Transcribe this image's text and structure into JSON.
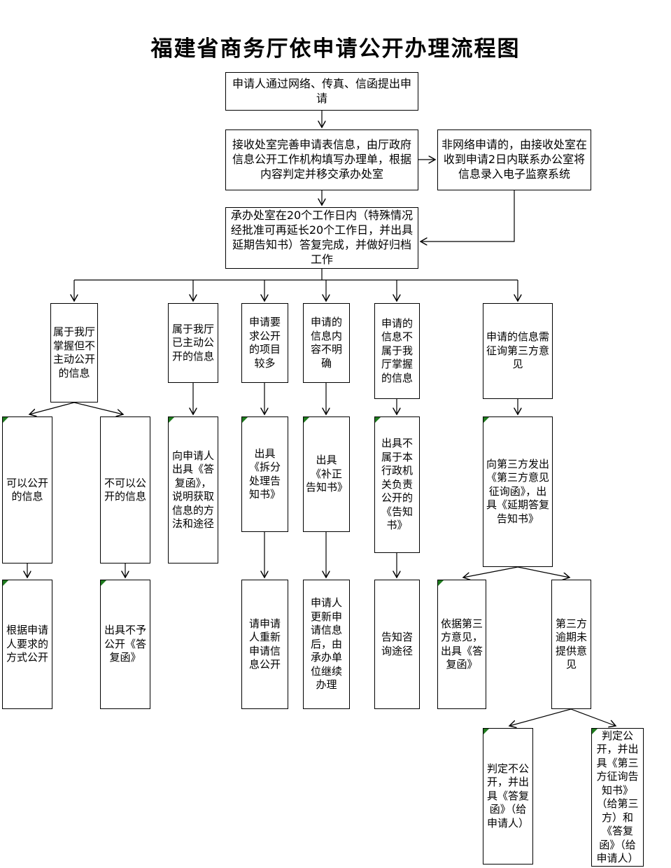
{
  "title": "福建省商务厅依申请公开办理流程图",
  "colors": {
    "background": "#ffffff",
    "box_fill": "#ffffff",
    "box_border": "#000000",
    "text": "#000000",
    "arrow": "#000000",
    "comment_marker": "#1e7b1e"
  },
  "nodes": {
    "n1": {
      "text": "申请人通过网络、传真、信函提出申请"
    },
    "n2": {
      "text": "接收处室完善申请表信息，由厅政府信息公开工作机构填写办理单，根据内容判定并移交承办处室"
    },
    "n3": {
      "text": "非网络申请的，由接收处室在收到申请2日内联系办公室将信息录入电子监察系统"
    },
    "n4": {
      "text": "承办处室在20个工作日内（特殊情况经批准可再延长20个工作日，并出具延期告知书）答复完成，并做好归档工作"
    },
    "b1": {
      "text": "属于我厅掌握但不主动公开的信息"
    },
    "b2": {
      "text": "属于我厅已主动公开的信息"
    },
    "b3": {
      "text": "申请要求公开的项目较多"
    },
    "b4": {
      "text": "申请的信息内容不明确"
    },
    "b5": {
      "text": "申请的信息不属于我厅掌握的信息"
    },
    "b6": {
      "text": "申请的信息需征询第三方意见"
    },
    "c1a": {
      "text": "可以公开的信息"
    },
    "c1b": {
      "text": "不可以公开的信息"
    },
    "c2": {
      "text": "向申请人出具《答复函》，说明获取信息的方法和途径"
    },
    "c3": {
      "text": "出具《拆分处理告知书》"
    },
    "c4": {
      "text": "出具《补正告知书》"
    },
    "c5": {
      "text": "出具不属于本行政机关负责公开的《告知书》"
    },
    "c6": {
      "text": "向第三方发出《第三方意见征询函》，出具《延期答复告知书》"
    },
    "d1a": {
      "text": "根据申请人要求的方式公开"
    },
    "d1b": {
      "text": "出具不予公开《答复函》"
    },
    "d3": {
      "text": "请申请人重新申请信息公开"
    },
    "d4": {
      "text": "申请人更新申请信息后，由承办单位继续办理"
    },
    "d5": {
      "text": "告知咨询途径"
    },
    "d6a": {
      "text": "依据第三方意见，出具《答复函》"
    },
    "d6b": {
      "text": "第三方逾期未提供意见"
    },
    "e6a": {
      "text": "判定不公开，并出具《答复函》（给申请人）"
    },
    "e6b": {
      "text": "判定公开，并出具《第三方征询告知书》（给第三方）和《答复函》（给申请人）"
    }
  },
  "edges": [
    {
      "from": "n1",
      "to": "n2"
    },
    {
      "from": "n2",
      "to": "n3"
    },
    {
      "from": "n2",
      "to": "n4"
    },
    {
      "from": "n3",
      "to": "n4"
    },
    {
      "from": "n4",
      "to": "b1"
    },
    {
      "from": "n4",
      "to": "b2"
    },
    {
      "from": "n4",
      "to": "b3"
    },
    {
      "from": "n4",
      "to": "b4"
    },
    {
      "from": "n4",
      "to": "b5"
    },
    {
      "from": "n4",
      "to": "b6"
    },
    {
      "from": "b1",
      "to": "c1a"
    },
    {
      "from": "b1",
      "to": "c1b"
    },
    {
      "from": "b2",
      "to": "c2"
    },
    {
      "from": "b3",
      "to": "c3"
    },
    {
      "from": "b4",
      "to": "c4"
    },
    {
      "from": "b5",
      "to": "c5"
    },
    {
      "from": "b6",
      "to": "c6"
    },
    {
      "from": "c1a",
      "to": "d1a"
    },
    {
      "from": "c1b",
      "to": "d1b"
    },
    {
      "from": "c3",
      "to": "d3"
    },
    {
      "from": "c4",
      "to": "d4"
    },
    {
      "from": "c5",
      "to": "d5"
    },
    {
      "from": "c6",
      "to": "d6a"
    },
    {
      "from": "c6",
      "to": "d6b"
    },
    {
      "from": "d6b",
      "to": "e6a"
    },
    {
      "from": "d6b",
      "to": "e6b"
    }
  ]
}
